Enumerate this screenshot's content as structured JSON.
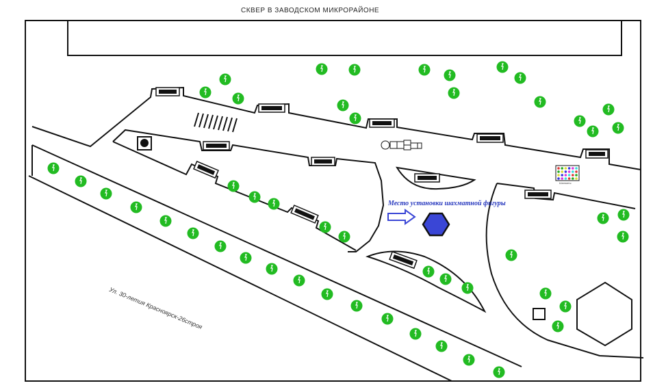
{
  "map": {
    "title": "СКВЕР В ЗАВОДСКОМ МИКРОРАЙОНЕ",
    "callout_label": "Место установки шахматной фигуры",
    "street_label": "Ул. 30-летия Красноярск-26строя",
    "chess_board_caption": "Шахматы",
    "colors": {
      "tree": "#22bb22",
      "marker_fill": "#3a46d6",
      "arrow_fill": "#3a46d6",
      "line": "#111111"
    }
  }
}
